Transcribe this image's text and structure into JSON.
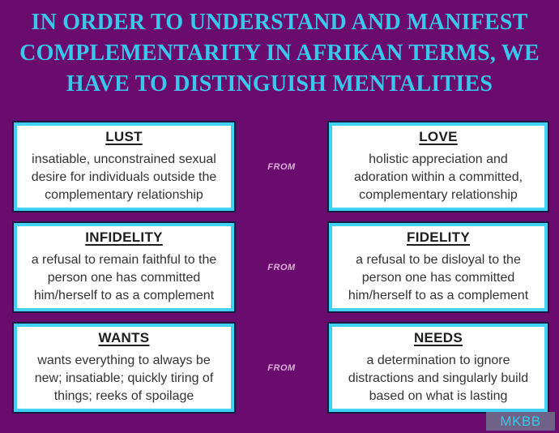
{
  "slide": {
    "title": "IN ORDER TO UNDERSTAND AND MANIFEST COMPLEMENTARITY IN AFRIKAN TERMS, WE HAVE TO DISTINGUISH MENTALITIES",
    "watermark": "MKBB"
  },
  "rows": [
    {
      "left": {
        "heading": "LUST",
        "body": "insatiable, unconstrained sexual\ndesire for individuals outside the\ncomplementary relationship"
      },
      "connector": "FROM",
      "right": {
        "heading": "LOVE",
        "body": "holistic appreciation and\nadoration within a committed,\ncomplementary relationship"
      }
    },
    {
      "left": {
        "heading": "INFIDELITY",
        "body": "a refusal to remain faithful to the\nperson one has committed\nhim/herself to as a complement"
      },
      "connector": "FROM",
      "right": {
        "heading": "FIDELITY",
        "body": "a refusal to be disloyal to the\nperson one has committed\nhim/herself to as a complement"
      }
    },
    {
      "left": {
        "heading": "WANTS",
        "body": "wants everything to always be\nnew; insatiable; quickly tiring of\nthings; reeks of spoilage"
      },
      "connector": "FROM",
      "right": {
        "heading": "NEEDS",
        "body": "a determination to ignore\ndistractions and singularly build\nbased on what is lasting"
      }
    }
  ],
  "colors": {
    "background": "#6A0B6E",
    "title_text": "#3BC7EA",
    "box_background": "#FFFFFF",
    "box_border_inner": "#41D1F3",
    "box_border_outer": "#191945",
    "box_text": "#333333",
    "connector_text": "#DFAEDA",
    "watermark_background": "#6F6288",
    "watermark_text": "#3BC7EA"
  }
}
